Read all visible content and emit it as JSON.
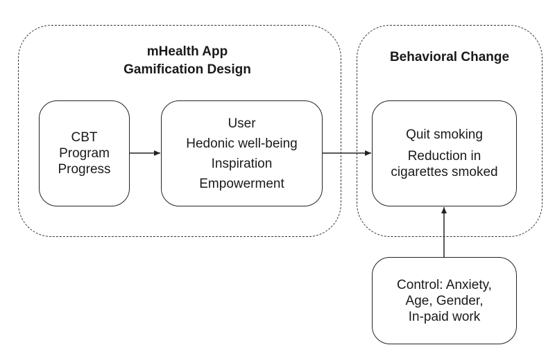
{
  "groups": {
    "left": {
      "title_line1": "mHealth App",
      "title_line2": "Gamification Design"
    },
    "right": {
      "title": "Behavioral Change"
    }
  },
  "nodes": {
    "cbt": {
      "lines": [
        "CBT",
        "Program",
        "Progress"
      ]
    },
    "user": {
      "lines": [
        "User",
        "Hedonic well-being",
        "Inspiration",
        "Empowerment"
      ]
    },
    "outcome": {
      "lines": [
        "Quit smoking",
        "Reduction in",
        "cigarettes smoked"
      ]
    },
    "control": {
      "lines": [
        "Control: Anxiety,",
        "Age, Gender,",
        "In-paid work"
      ]
    }
  },
  "edges": [
    {
      "from": "cbt",
      "to": "user"
    },
    {
      "from": "user",
      "to": "outcome"
    },
    {
      "from": "control",
      "to": "outcome"
    }
  ]
}
